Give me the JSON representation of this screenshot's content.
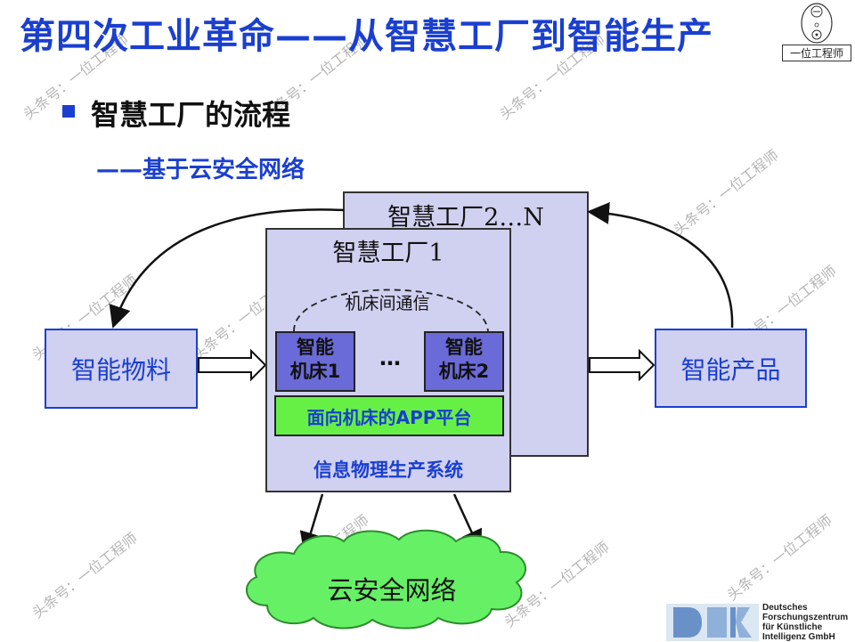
{
  "slide": {
    "title": "第四次工业革命——从智慧工厂到智能生产",
    "bullet": "智慧工厂的流程",
    "subtitle": "——基于云安全网络"
  },
  "logo": {
    "caption": "一位工程师"
  },
  "diagram": {
    "factory_n": "智慧工厂2…N",
    "factory_1": "智慧工厂1",
    "machine_comm": "机床间通信",
    "machine_1": [
      "智能",
      "机床1"
    ],
    "machine_2": [
      "智能",
      "机床2"
    ],
    "ellipsis": "…",
    "app_platform": "面向机床的APP平台",
    "cps": "信息物理生产系统",
    "materials": "智能物料",
    "products": "智能产品",
    "cloud": "云安全网络"
  },
  "watermark": "头条号：一位工程师",
  "footer_logo": {
    "lines": "Deutsches\nForschungszentrum\nfür Künstliche\nIntelligenz GmbH"
  },
  "colors": {
    "accent_blue": "#1a3fd0",
    "box_fill": "#d0d0f0",
    "machine_fill": "#6a6ad8",
    "platform_green": "#66f046",
    "cloud_green": "#66f066"
  }
}
